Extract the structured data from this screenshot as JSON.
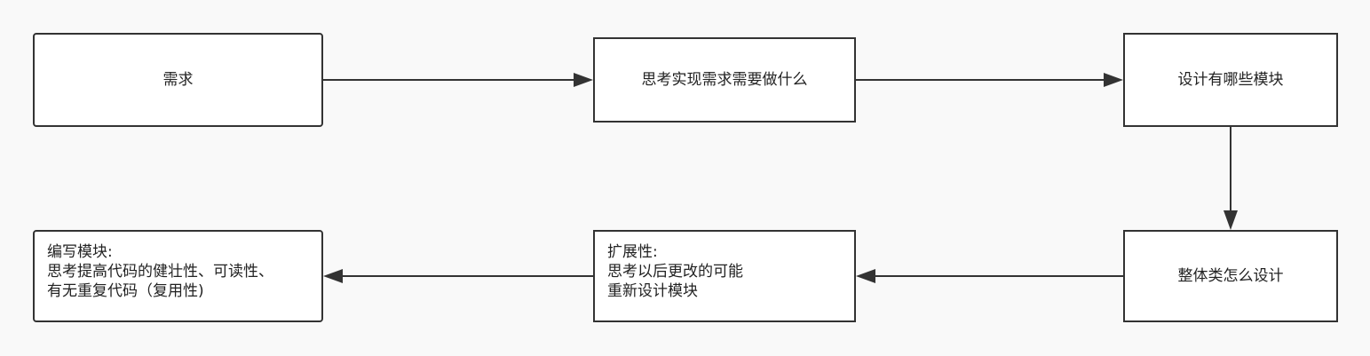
{
  "diagram": {
    "nodes": {
      "requirement": {
        "lines": [
          "需求"
        ]
      },
      "think_todo": {
        "lines": [
          "思考实现需求需要做什么"
        ]
      },
      "modules": {
        "lines": [
          "设计有哪些模块"
        ]
      },
      "overall_design": {
        "lines": [
          "整体类怎么设计"
        ]
      },
      "extensibility": {
        "lines": [
          "扩展性:",
          "思考以后更改的可能",
          "重新设计模块"
        ]
      },
      "write_modules": {
        "lines": [
          "编写模块:",
          "思考提高代码的健壮性、可读性、",
          "有无重复代码（复用性)"
        ]
      }
    },
    "edges": [
      {
        "from": "requirement",
        "to": "think_todo"
      },
      {
        "from": "think_todo",
        "to": "modules"
      },
      {
        "from": "modules",
        "to": "overall_design"
      },
      {
        "from": "overall_design",
        "to": "extensibility"
      },
      {
        "from": "extensibility",
        "to": "write_modules"
      }
    ],
    "colors": {
      "background": "#f9f9f9",
      "node_fill": "#ffffff",
      "stroke": "#333333"
    }
  }
}
